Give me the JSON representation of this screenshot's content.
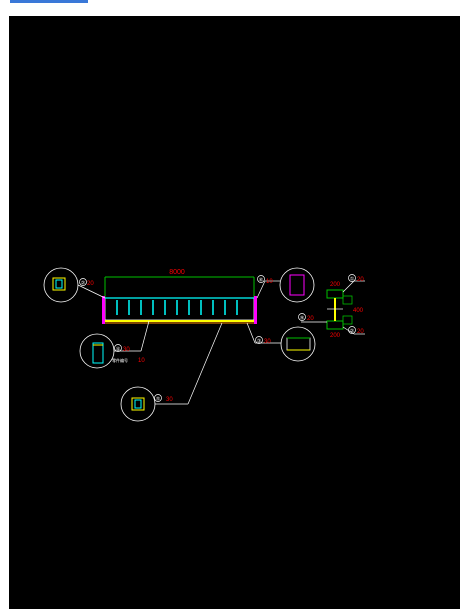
{
  "header": {
    "link_color": "#3a78d8"
  },
  "drawing": {
    "background": "#000000",
    "colors": {
      "dimension": "#00c000",
      "member": "#00ffff",
      "plate": "#ff00ff",
      "flange": "#ffff00",
      "leader": "#ffffff",
      "text_red": "#ff0000",
      "callout": "#ffffff"
    },
    "beam_length": "8000",
    "callouts": [
      {
        "num": "②",
        "value": "20"
      },
      {
        "num": "⑥",
        "value": "10"
      },
      {
        "num": "④",
        "value": "30"
      },
      {
        "num": "③",
        "value": "30"
      },
      {
        "num": "⑤",
        "value": "30"
      },
      {
        "num": "①",
        "value": "20"
      },
      {
        "num": "⑨",
        "value": "20"
      },
      {
        "num": "②",
        "value": "20"
      }
    ],
    "side_note": "10",
    "side_note_prefix": "零件编号",
    "section": {
      "top_width": "200",
      "height": "400",
      "bottom_width": "200"
    }
  }
}
